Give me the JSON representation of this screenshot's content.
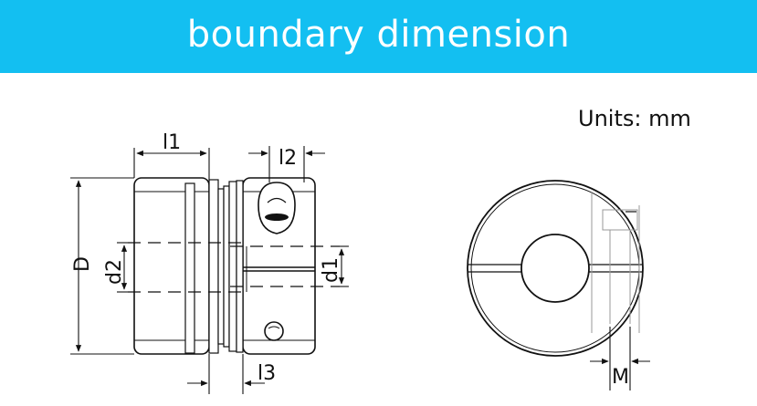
{
  "banner": {
    "title": "boundary dimension",
    "color": "#13bff1"
  },
  "units_text": "Units: mm",
  "dimensions": {
    "l1": "l1",
    "l2": "l2",
    "l3": "l3",
    "D": "D",
    "d1": "d1",
    "d2": "d2",
    "M": "M"
  }
}
